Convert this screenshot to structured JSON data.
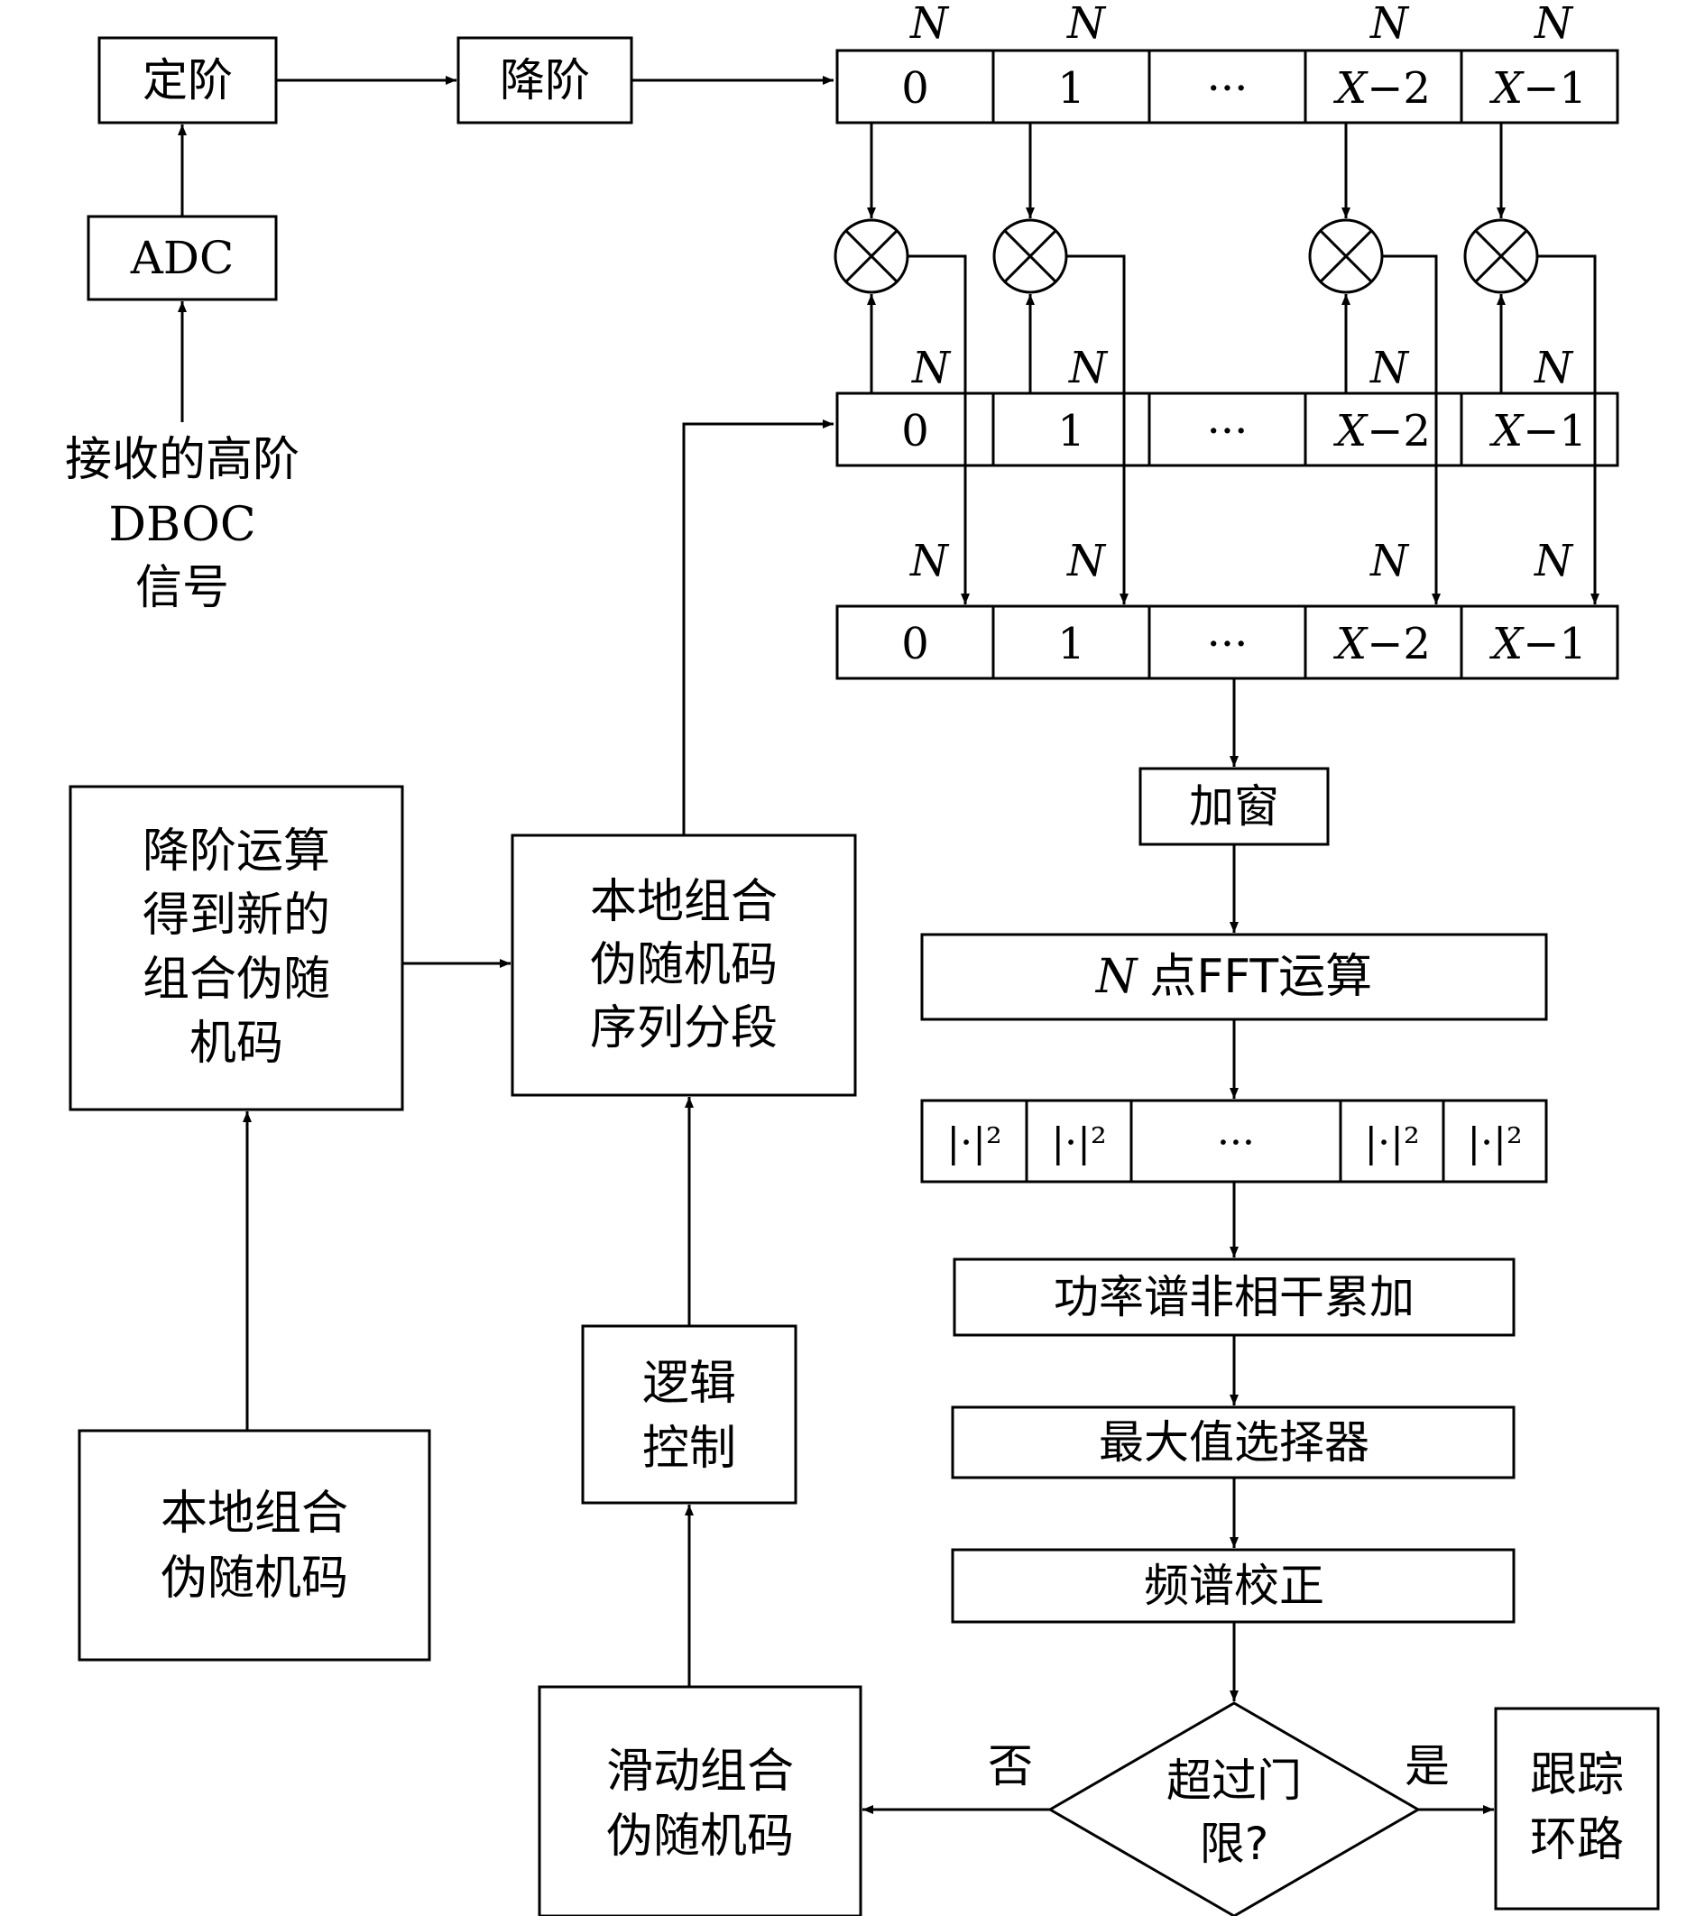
{
  "input": {
    "adc": "ADC",
    "order_set": "定阶",
    "order_reduce": "降阶",
    "signal_line1": "接收的高阶",
    "signal_line2": "DBOC",
    "signal_line3": "信号"
  },
  "segment_label": "N",
  "buffer_cells": [
    "0",
    "1",
    "···",
    "X−2",
    "X−1"
  ],
  "power_cells": [
    "|·|²",
    "|·|²",
    "···",
    "|·|²",
    "|·|²"
  ],
  "left_boxes": {
    "reduced_code": [
      "降阶运算",
      "得到新的",
      "组合伪随",
      "机码"
    ],
    "segment_code": [
      "本地组合",
      "伪随机码",
      "序列分段"
    ],
    "local_code": [
      "本地组合",
      "伪随机码"
    ],
    "logic_control": [
      "逻辑",
      "控制"
    ],
    "sliding_code": [
      "滑动组合",
      "伪随机码"
    ]
  },
  "pipeline": {
    "window": "加窗",
    "fft_n": "N",
    "fft": "点FFT运算",
    "accumulate": "功率谱非相干累加",
    "max_select": "最大值选择器",
    "spectrum_correct": "频谱校正",
    "threshold_line1": "超过门",
    "threshold_line2": "限?",
    "yes": "是",
    "no": "否",
    "tracking": [
      "跟踪",
      "环路"
    ]
  },
  "icons": {
    "multiplier": "multiplier-icon",
    "arrowhead": "arrowhead-icon"
  }
}
